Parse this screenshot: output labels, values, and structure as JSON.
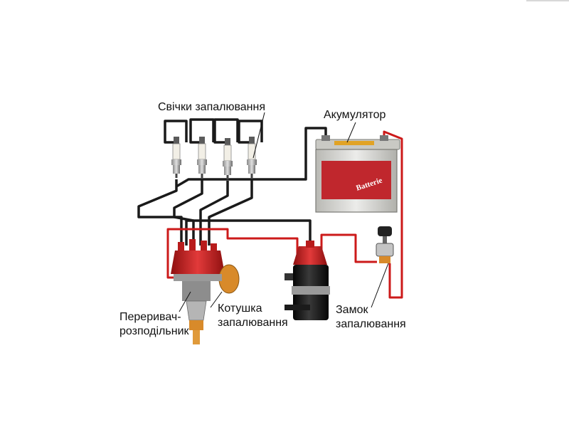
{
  "labels": {
    "spark_plugs": "Свічки запалювання",
    "battery": "Акумулятор",
    "battery_brand": "Batterie",
    "distributor_line1": "Переривач-",
    "distributor_line2": "розподільник",
    "coil_line1": "Котушка",
    "coil_line2": "запалювання",
    "ignition_switch_line1": "Замок",
    "ignition_switch_line2": "запалювання"
  },
  "colors": {
    "wire_ht": "#1a1a1a",
    "wire_lt": "#cc1a1a",
    "battery_case": "#d7d7d2",
    "battery_panel": "#c0272d",
    "distributor_cap": "#c81e1e",
    "coil_body": "#1b1b1b",
    "terminal_orange": "#d88a2a"
  }
}
